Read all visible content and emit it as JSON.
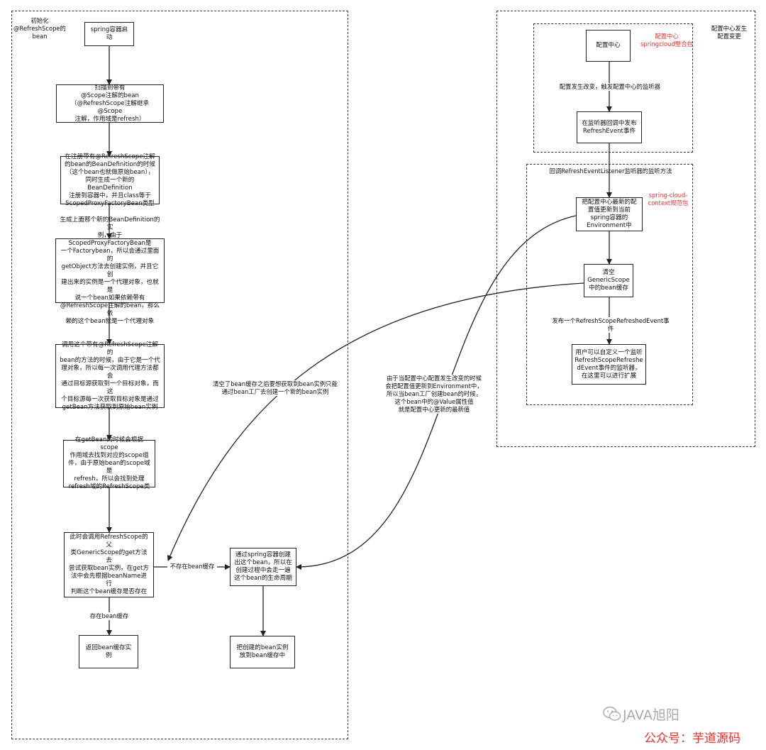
{
  "frames": {
    "left_title": "初始化\n@RefreshScope的\nbean",
    "right_title": "配置中心发生\n配置变更",
    "config_center_label": "配置中心\nspringcloud整合包",
    "listener_title": "回调RefreshEventListener监听器的监听方法",
    "spring_cloud_context_label": "spring-cloud-\ncontext规范包"
  },
  "boxes": {
    "spring_start": "spring容器启动",
    "scan": "扫描到带有\n@Scope注解的bean\n（@RefreshScope注解继承@Scope\n注解，作用域是refresh）",
    "register": "在注册带有@RefreshScope注解\n的bean的BeanDefinition的时候\n（这个bean也就做原始bean），\n同时生成一个新的BeanDefinition\n注册到容器中，并且class等于\nScopedProxyFactoryBean类型",
    "generate_instance": "生成上面那个新的BeanDefinition的实\n例，由于ScopedProxyFactoryBean是\n一个Factorybean，所以会通过里面的\ngetObject方法去创建实例，并且它创\n建出来的实例是一个代理对象，也就是\n说一个bean如果依赖带有\n@RefreshScope注解的bean，那么依\n赖的这个bean就是一个代理对象",
    "call_method": "调用这个带有@RefreshScope注解的\nbean的方法的时候，由于它是一个代\n理对象，所以每一次调用代理方法都会\n通过目标源获取到一个目标对象，而这\n个目标源每一次获取目标对象是通过\ngetBean方法获取到原始bean实例",
    "get_bean": "在getBean的时候会根据scope\n作用域去找到对应的scope组\n件，由于原始bean的scope域是\nrefresh，所以会找到处理\nrefresh域的RefreshScope类",
    "generic_scope_get": "此时会调用RefreshScope的父\n类GenericScope的get方法去\n尝试获取bean实例，在get方\n法中会先根据beanName进行\n判断这个bean缓存是否存在",
    "return_cache": "返回bean缓存实例",
    "create_bean": "通过spring容器创建\n出这个bean，所以在\n创建过程中会走一遍\n这个bean的生命周期",
    "put_cache": "把创建的bean实例\n放到bean缓存中",
    "config_center": "配置中心",
    "publish_event": "在监听器回调中发布\nRefreshEvent事件",
    "update_env": "把配置中心最新的配\n置值更新到当前\nspring容器的\nEnvironment中",
    "clear_cache": "清空\nGenericScope\n中的bean缓存",
    "user_extend": "用户可以自定义一个监听\nRefreshScopeRefreshe\ndEvent事件的监听器，\n在这里可以进行扩展"
  },
  "edge_labels": {
    "config_changed": "配置发生改变，触发配置中心的监听器",
    "publish_refreshed": "发布一个RefreshScopeRefreshedEvent事件",
    "no_cache": "不存在bean缓存",
    "has_cache": "存在bean缓存",
    "after_clear": "清空了bean缓存之后要想获取到bean实例只能\n通过bean工厂去创建一个新的bean实例",
    "value_update": "由于当配置中心配置发生改变的时候\n会把配置值更新到Environment中，\n所以当bean工厂创建bean的时候，\n这个bean中的@Value属性值\n就是配置中心更新的最新值"
  },
  "watermark": {
    "brand": "JAVA旭阳",
    "account": "公众号：芋道源码",
    "icon": "wechat-icon"
  },
  "colors": {
    "accent_red": "#e8332e",
    "line": "#222222"
  }
}
